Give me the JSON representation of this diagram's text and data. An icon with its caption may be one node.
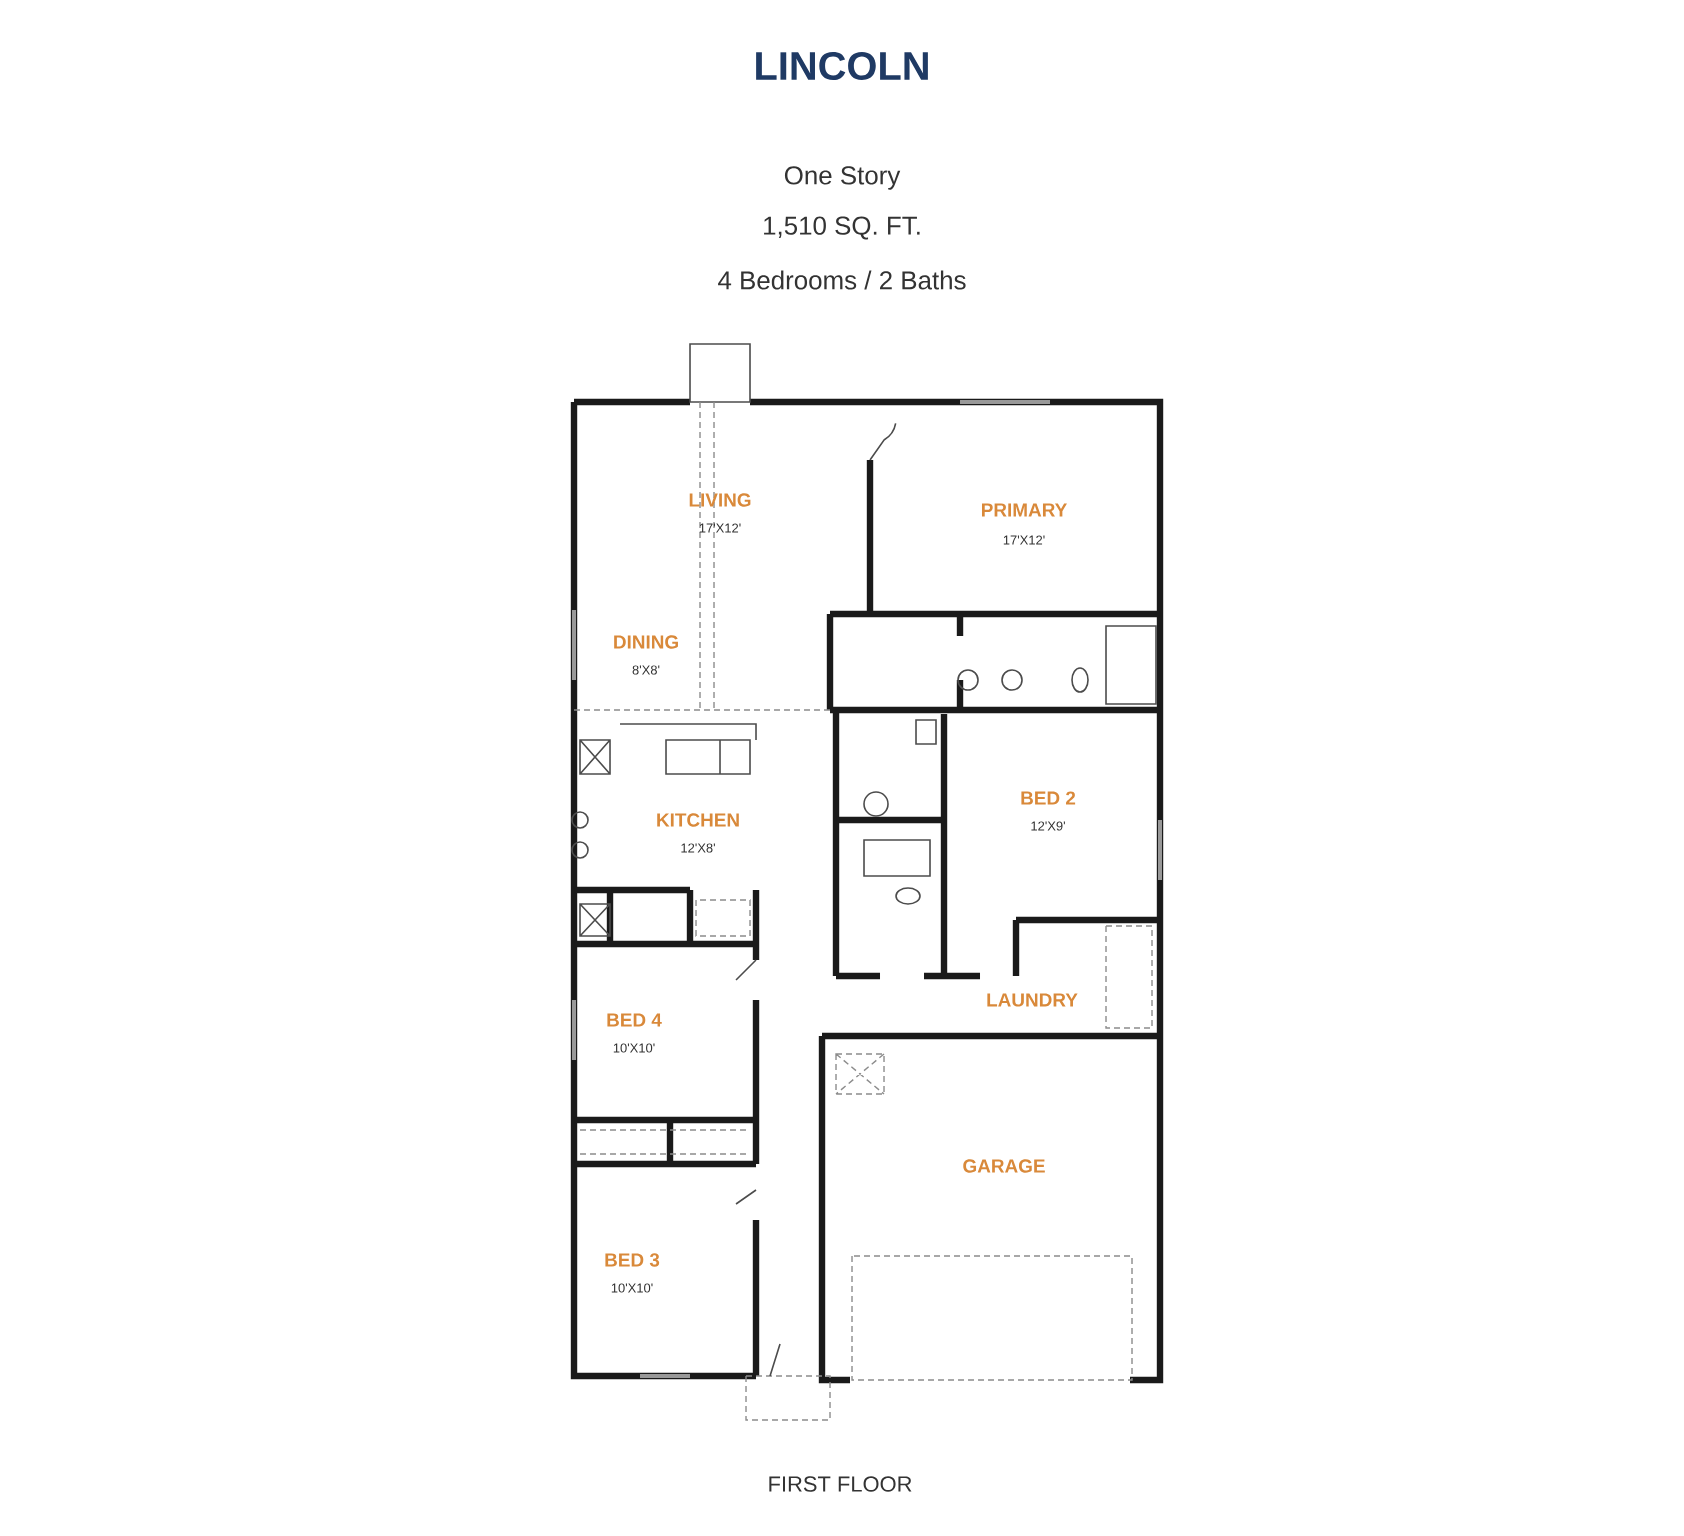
{
  "diagram": {
    "title": "LINCOLN",
    "caption": "FIRST FLOOR",
    "labels": [
      "One Story",
      "1,510 SQ. FT.",
      "4 Bedrooms / 2 Baths",
      "LIVING",
      "17'X12'",
      "PRIMARY",
      "17'X12'",
      "DINING",
      "8'X8'",
      "KITCHEN",
      "12'X8'",
      "BED 2",
      "12'X9'",
      "LAUNDRY",
      "BED 4",
      "10'X10'",
      "GARAGE",
      "BED 3",
      "10'X10'"
    ]
  }
}
